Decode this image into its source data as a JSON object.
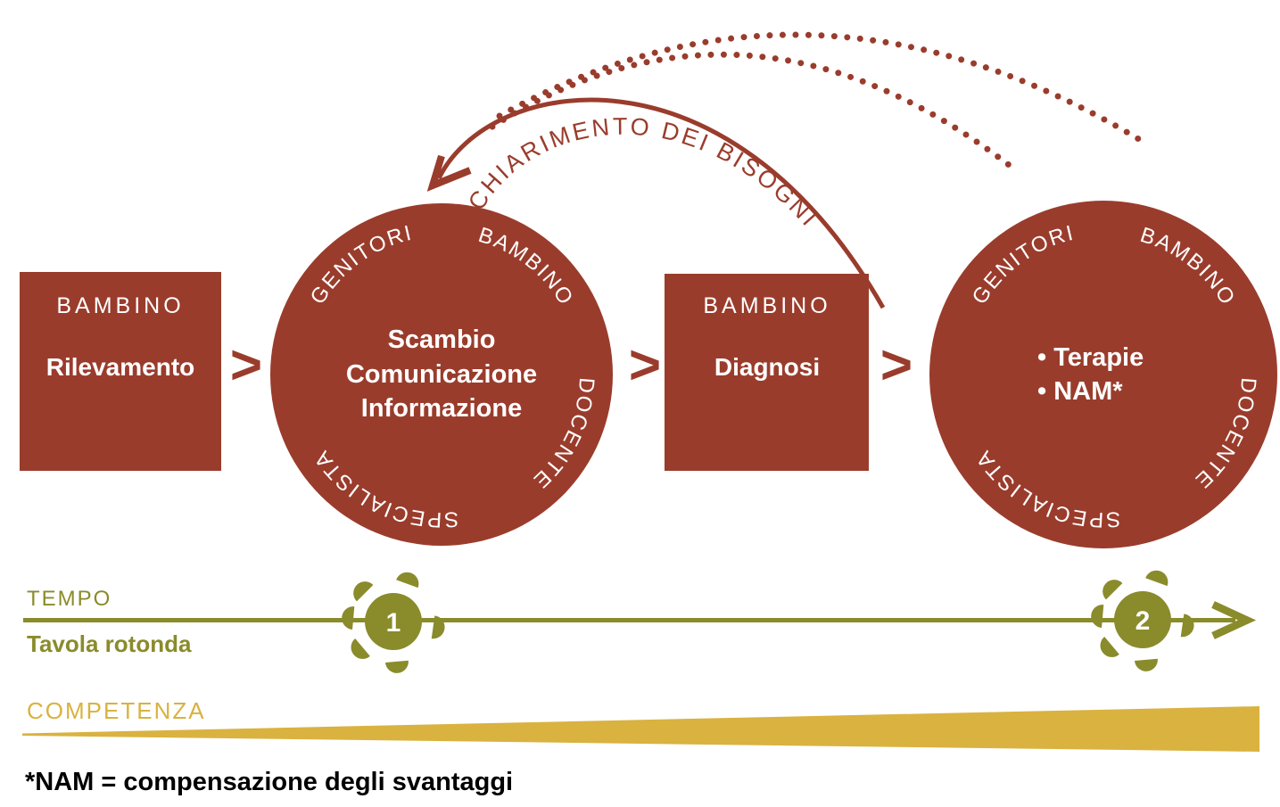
{
  "palette": {
    "maroon": "#9A3C2C",
    "olive": "#8A8B2B",
    "gold": "#D9B240",
    "text": "#000000",
    "background": "#FFFFFF"
  },
  "arc": {
    "label": "CHIARIMENTO DEI BISOGNI"
  },
  "flow": {
    "chevron": ">",
    "box1": {
      "header": "BAMBINO",
      "title": "Rilevamento"
    },
    "circle1": {
      "ring": [
        "GENITORI",
        "BAMBINO",
        "DOCENTE",
        "SPECIALISTA"
      ],
      "center": [
        "Scambio",
        "Comunicazione",
        "Informazione"
      ]
    },
    "box2": {
      "header": "BAMBINO",
      "title": "Diagnosi"
    },
    "circle2": {
      "ring": [
        "GENITORI",
        "BAMBINO",
        "DOCENTE",
        "SPECIALISTA"
      ],
      "center": [
        "• Terapie",
        "• NAM*"
      ]
    }
  },
  "timeline": {
    "label": "TEMPO",
    "sublabel": "Tavola rotonda",
    "markers": [
      "1",
      "2"
    ]
  },
  "competence": {
    "label": "COMPETENZA"
  },
  "footnote": {
    "text": "*NAM = compensazione degli svantaggi"
  }
}
